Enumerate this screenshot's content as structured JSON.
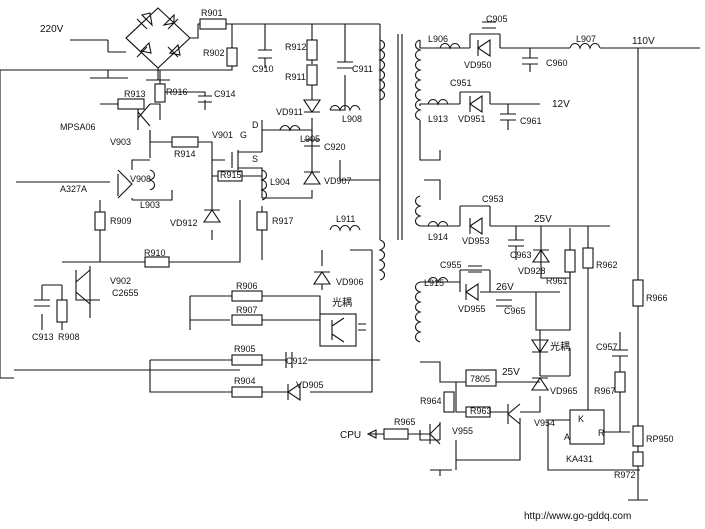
{
  "supply": {
    "ac": "220V",
    "out_110": "110V",
    "out_12": "12V",
    "out_25a": "25V",
    "out_26": "26V",
    "out_25b": "25V"
  },
  "resistors": [
    "R901",
    "R902",
    "R912",
    "R911",
    "R913",
    "R916",
    "R914",
    "R915",
    "R917",
    "R909",
    "R910",
    "R906",
    "R907",
    "R905",
    "R904",
    "R908",
    "R961",
    "R962",
    "R963",
    "R964",
    "R965",
    "R966",
    "R967",
    "R972"
  ],
  "capacitors": [
    "C905",
    "C910",
    "C911",
    "C914",
    "C920",
    "C913",
    "C960",
    "C951",
    "C961",
    "C953",
    "C963",
    "C955",
    "C965",
    "C912",
    "C957"
  ],
  "inductors": [
    "L906",
    "L907",
    "L913",
    "L905",
    "L908",
    "L903",
    "L904",
    "L911",
    "L914",
    "L915"
  ],
  "diodes": [
    "VD950",
    "VD951",
    "VD911",
    "VD907",
    "VD912",
    "VD906",
    "VD905",
    "VD953",
    "VD928",
    "VD955",
    "VD965"
  ],
  "transistors": {
    "q1_name": "MPSA06",
    "q1_ref": "V903",
    "q2_name": "A327A",
    "q2_ref": "V908",
    "q3_ref": "V902",
    "q3_name": "C2655",
    "mosfet": "V901",
    "q4": "V955",
    "q5": "V954"
  },
  "mosfet_pins": {
    "g": "G",
    "d": "D",
    "s": "S"
  },
  "ic": {
    "reg": "7805",
    "shunt": "KA431",
    "pin_k": "K",
    "pin_a": "A",
    "pin_r": "R"
  },
  "optocoupler": "光耦",
  "pot": "RP950",
  "cpu": "CPU",
  "watermark": "http://www.go-gddq.com"
}
